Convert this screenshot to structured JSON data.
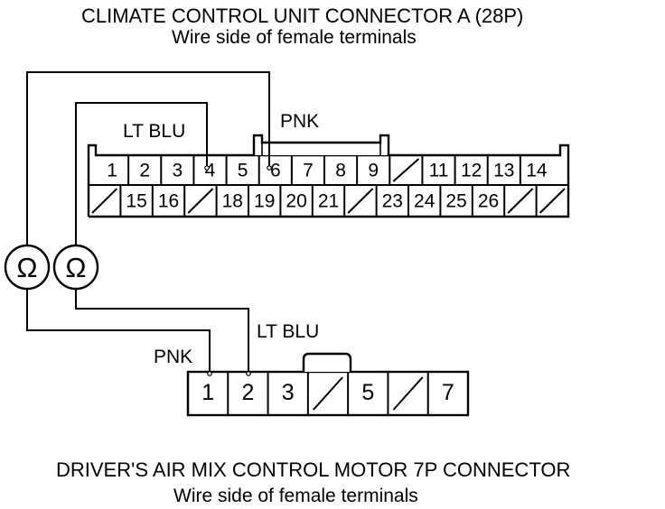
{
  "top_connector": {
    "title": "CLIMATE CONTROL UNIT CONNECTOR A (28P)",
    "subtitle": "Wire side of female terminals",
    "row1": [
      "1",
      "2",
      "3",
      "4",
      "5",
      "6",
      "7",
      "8",
      "9",
      "",
      "11",
      "12",
      "13",
      "14"
    ],
    "row2": [
      "",
      "15",
      "16",
      "",
      "18",
      "19",
      "20",
      "21",
      "",
      "23",
      "24",
      "25",
      "26",
      "",
      ""
    ],
    "wire_pnk": "PNK",
    "wire_ltblu": "LT BLU"
  },
  "bottom_connector": {
    "title": "DRIVER'S AIR MIX CONTROL MOTOR 7P CONNECTOR",
    "subtitle": "Wire side of female terminals",
    "pins": [
      "1",
      "2",
      "3",
      "",
      "5",
      "",
      "7"
    ],
    "wire_pnk": "PNK",
    "wire_ltblu": "LT BLU"
  },
  "meters": {
    "left_symbol": "Ω",
    "right_symbol": "Ω"
  }
}
